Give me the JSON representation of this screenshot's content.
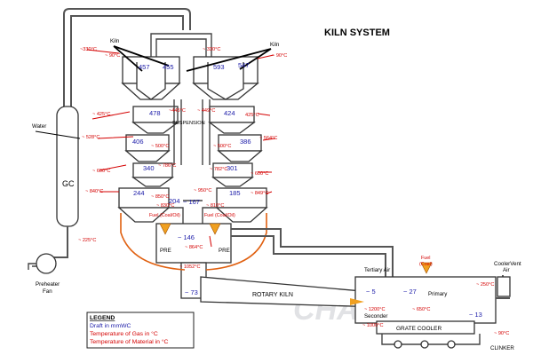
{
  "title": "KILN SYSTEM",
  "equipment": {
    "gc": "GC",
    "water": "Water",
    "preheater_fan": "Preheater\nFan",
    "kiln_left": "Kiln",
    "kiln_right": "Kiln",
    "suspension": "SUSPENSION",
    "pre_left": "PRE",
    "pre_right": "PRE",
    "fuel_left": "Fuel (Coal/Oil)",
    "fuel_right": "Fuel (Coal/Oil)",
    "rotary_kiln": "ROTARY KILN",
    "tertiary_air": "Tertiary Air",
    "fuel_coal": "Fuel\n(Coal)",
    "primary": "Primary",
    "secondary": "Seconder",
    "grate_cooler": "GRATE COOLER",
    "cooler_vent_air": "CoolerVent\nAir",
    "clinker": "CLINKER"
  },
  "draft": {
    "d457": "457",
    "d455": "455",
    "d593": "593",
    "d547": "547",
    "d478": "478",
    "d424": "424",
    "d406": "406",
    "d386": "386",
    "d340": "340",
    "d301": "301",
    "d244": "244",
    "d204": "204",
    "d167": "~ 167",
    "d185": "185",
    "d146": "~ 146",
    "d73": "~ 73",
    "d5": "~ 5",
    "d27": "~ 27",
    "d13": "~ 13"
  },
  "gas_temps": {
    "t330l": "~330°C",
    "t90l": "~ 90°C",
    "t330r": "~ 330°C",
    "t90r": "~ 90°C",
    "t425l": "~ 425°C",
    "t445l": "~445°C",
    "t449r": "~ 449°C",
    "t425r": "425°C",
    "t528": "~ 528°C",
    "t500l": "~ 500°C",
    "t500r": "~ 500°C",
    "t564": "~ 564°C",
    "t600l": "~ 600°C",
    "t786": "~ 786°C",
    "t782": "~ 782°C",
    "t600r": "~ 600°C",
    "t840l": "~ 840°C",
    "t850l": "~ 850°C",
    "t900l": "~ 830°C",
    "t950": "~ 950°C",
    "t810": "~ 810°C",
    "t849": "~ 849°C",
    "t864": "~ 864°C",
    "t1052": "~ 1052°C",
    "t225": "~ 225°C",
    "t1200": "~ 1200°C",
    "t650": "~ 650°C",
    "t250": "~ 250°C",
    "t1000": "~ 1000°C",
    "t90c": "~ 90°C"
  },
  "legend": {
    "heading": "LEGEND",
    "draft": "Draft in mmWC",
    "gas": "Temperature of Gas in °C",
    "material": "Temperature of Material in °C"
  },
  "watermark": "CHAENG",
  "colors": {
    "draft": "#1a1aa8",
    "gas_temp": "#d40000",
    "hot_gas_duct": "#e06010",
    "fuel_flame": "#f0a020"
  }
}
